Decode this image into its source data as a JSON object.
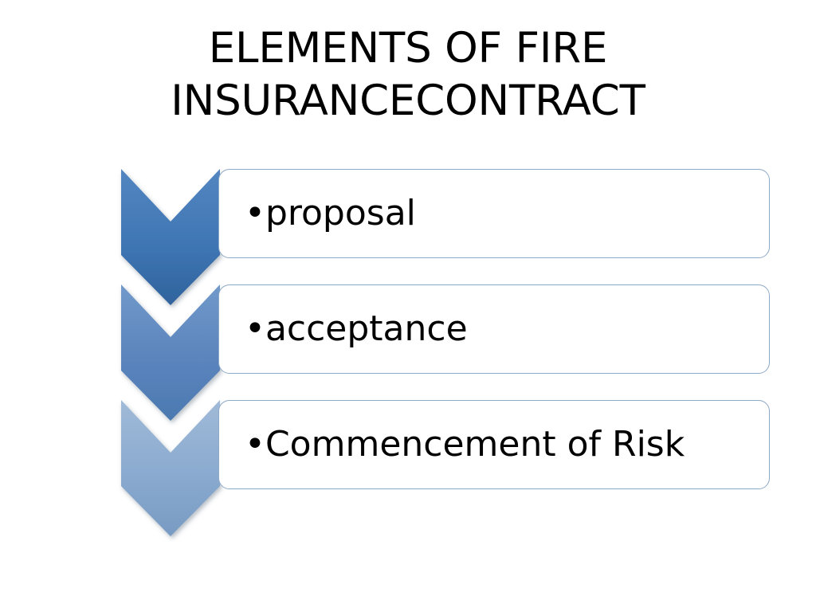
{
  "slide": {
    "title": "ELEMENTS OF FIRE\nINSURANCECONTRACT",
    "title_line1": "ELEMENTS OF FIRE",
    "title_line2": "INSURANCECONTRACT",
    "background_color": "#ffffff",
    "title_color": "#000000"
  },
  "diagram": {
    "type": "vertical-chevron-process",
    "box_border_color": "#8ea9c6",
    "box_fill_color": "#ffffff",
    "bullet_glyph": "•",
    "items": [
      {
        "index": 1,
        "label": "proposal",
        "bullet_text": "•proposal",
        "chevron_color_top": "#5085c0",
        "chevron_color_bottom": "#33659f",
        "chevron_name": "chevron-down-icon-1"
      },
      {
        "index": 2,
        "label": "acceptance",
        "bullet_text": "•acceptance",
        "chevron_color_top": "#6e96c8",
        "chevron_color_bottom": "#4f7bb2",
        "chevron_name": "chevron-down-icon-2"
      },
      {
        "index": 3,
        "label": "Commencement of Risk",
        "bullet_text": "•Commencement of Risk",
        "chevron_color_top": "#9db8d6",
        "chevron_color_bottom": "#7b9cc5",
        "chevron_name": "chevron-down-icon-3"
      }
    ]
  }
}
